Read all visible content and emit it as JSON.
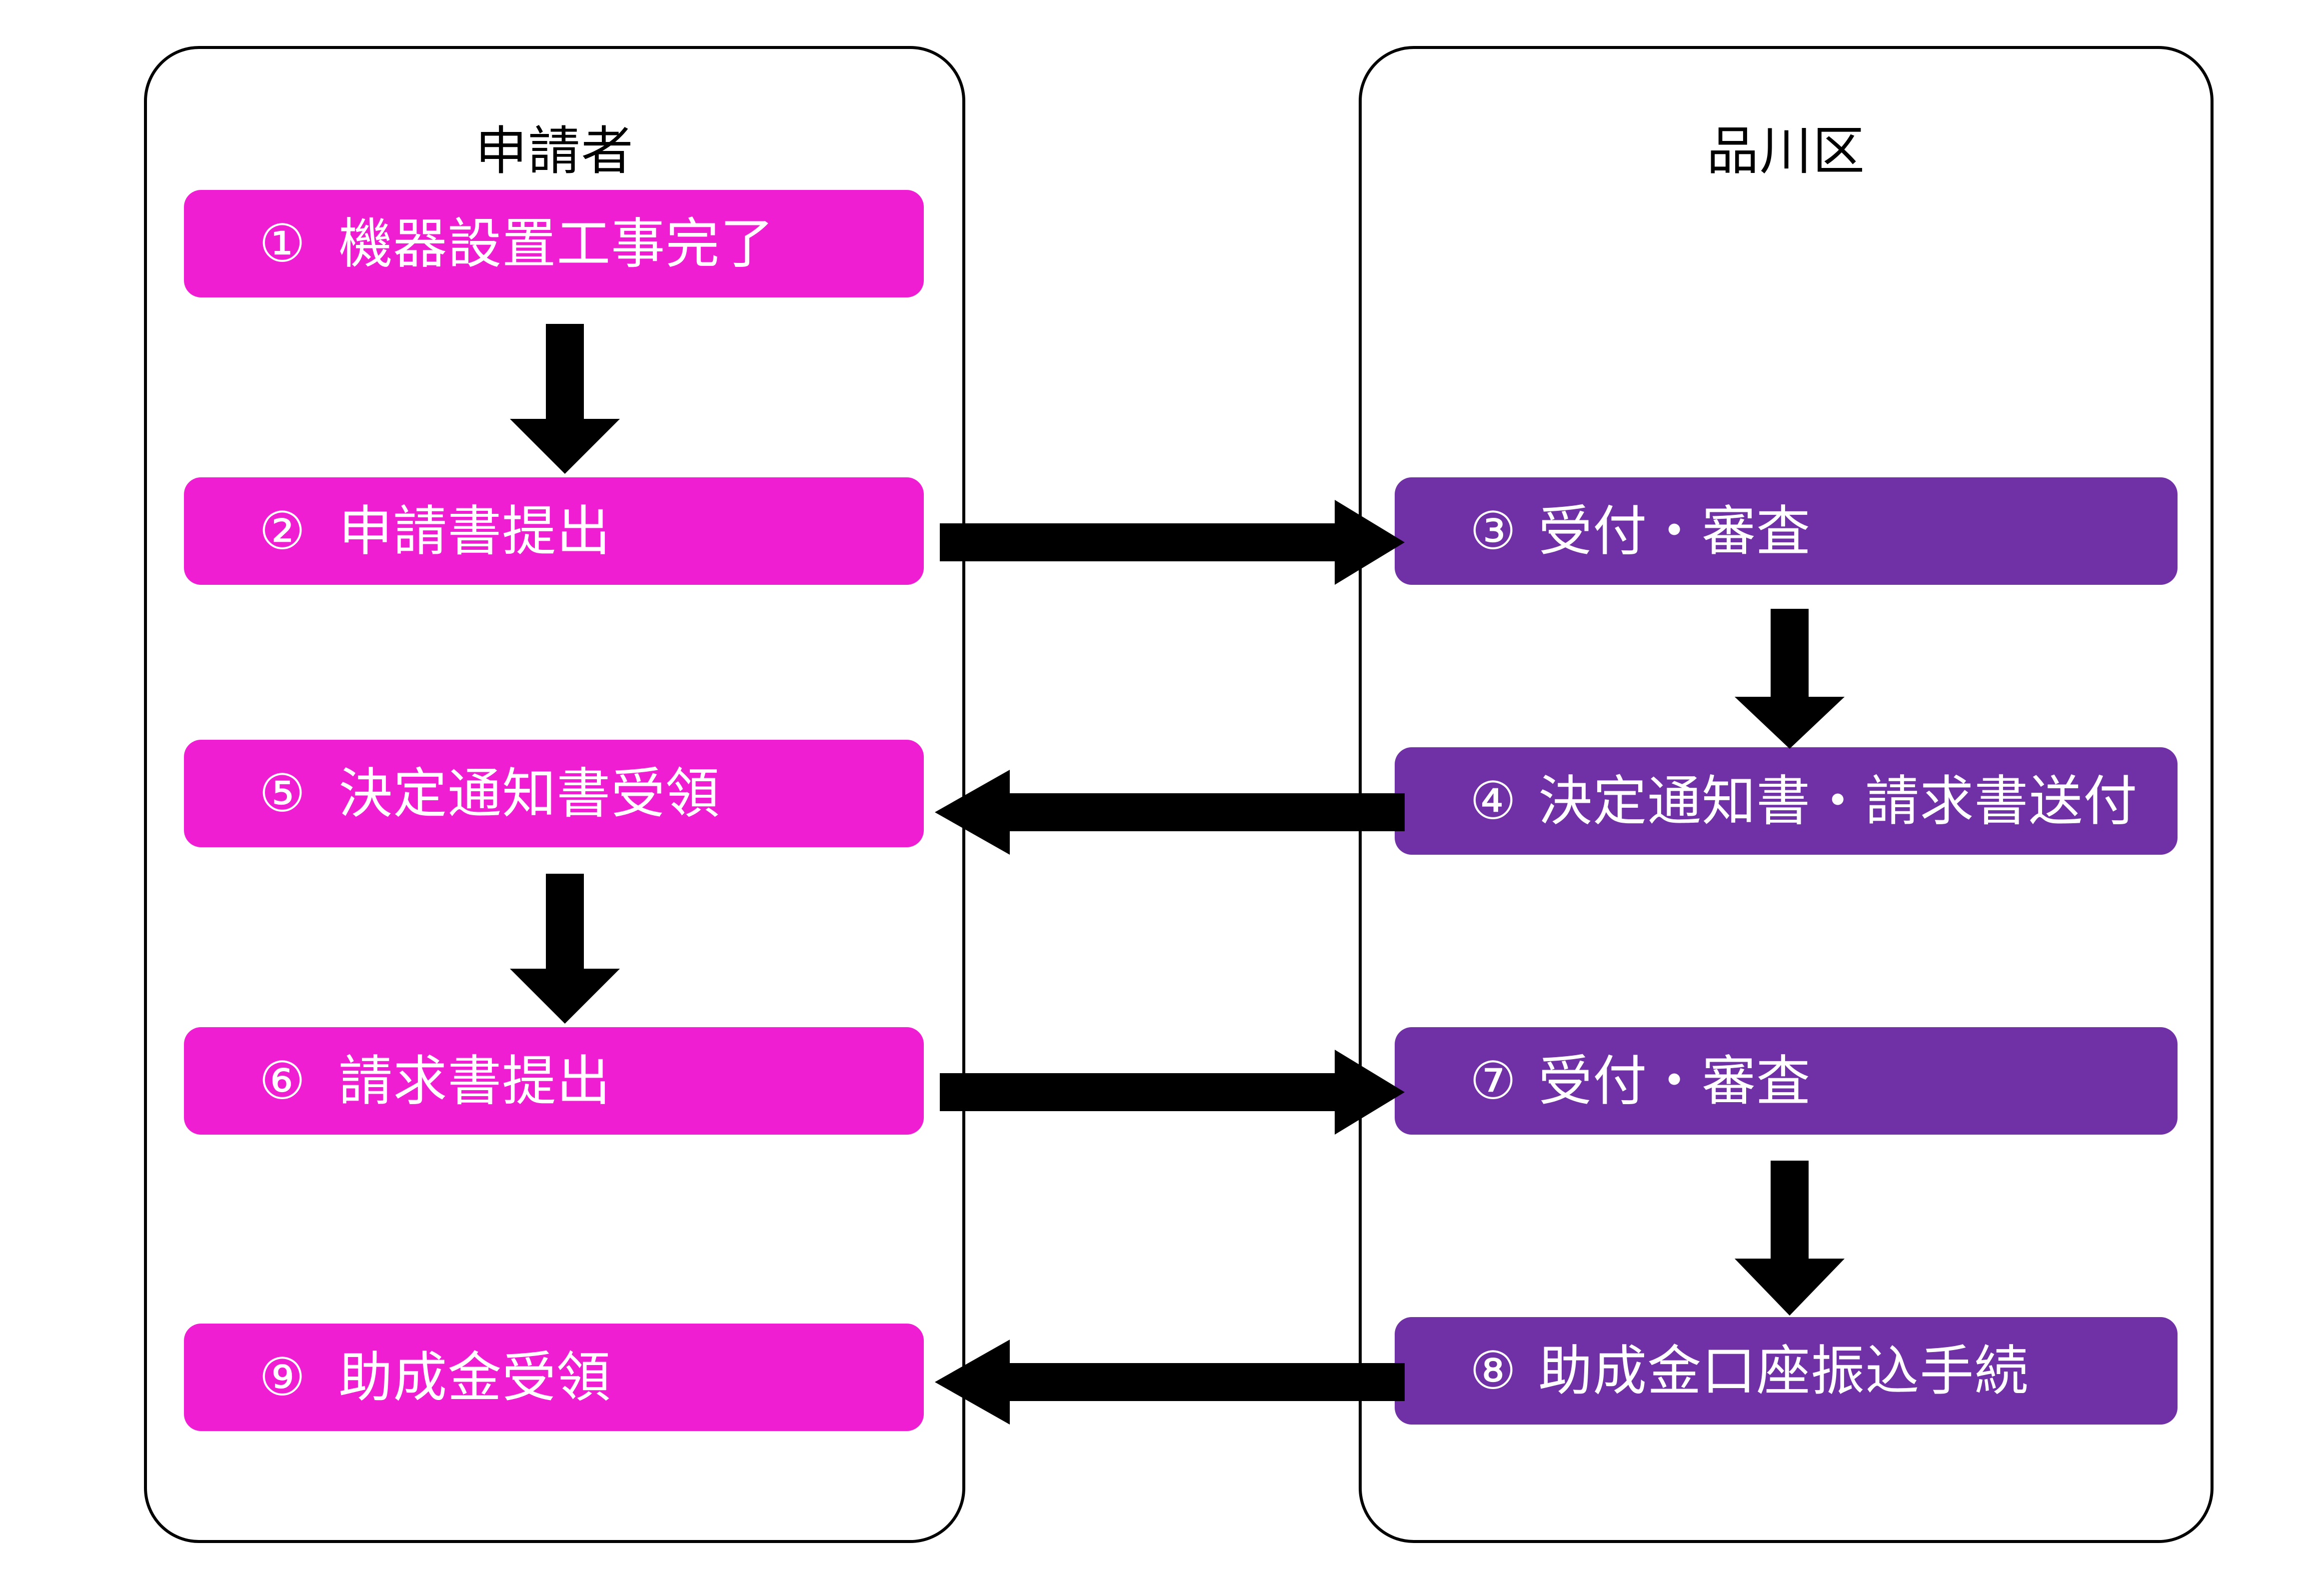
{
  "diagram": {
    "title_applicant": "申請者",
    "title_ward": "品川区",
    "colors": {
      "applicant_box": "#F01ED2",
      "ward_box": "#6F31A5",
      "lane_border": "#000000",
      "arrow": "#000000",
      "box_text": "#FFFFFF",
      "background": "#FFFFFF"
    }
  },
  "lanes": [
    {
      "id": "applicant",
      "title": "申請者",
      "steps": [
        {
          "num": "①",
          "caption": "機器設置工事完了"
        },
        {
          "num": "②",
          "caption": "申請書提出"
        },
        {
          "num": "⑤",
          "caption": "決定通知書受領"
        },
        {
          "num": "⑥",
          "caption": "請求書提出"
        },
        {
          "num": "⑨",
          "caption": "助成金受領"
        }
      ]
    },
    {
      "id": "ward",
      "title": "品川区",
      "steps": [
        {
          "num": "③",
          "caption": "受付・審査"
        },
        {
          "num": "④",
          "caption": "決定通知書・請求書送付"
        },
        {
          "num": "⑦",
          "caption": "受付・審査"
        },
        {
          "num": "⑧",
          "caption": "助成金口座振込手続"
        }
      ]
    }
  ],
  "connectors": [
    {
      "id": "arrow-1-2",
      "from": "①",
      "to": "②",
      "direction": "down"
    },
    {
      "id": "arrow-2-3",
      "from": "②",
      "to": "③",
      "direction": "right"
    },
    {
      "id": "arrow-3-4",
      "from": "③",
      "to": "④",
      "direction": "down"
    },
    {
      "id": "arrow-4-5",
      "from": "④",
      "to": "⑤",
      "direction": "left"
    },
    {
      "id": "arrow-5-6",
      "from": "⑤",
      "to": "⑥",
      "direction": "down"
    },
    {
      "id": "arrow-6-7",
      "from": "⑥",
      "to": "⑦",
      "direction": "right"
    },
    {
      "id": "arrow-7-8",
      "from": "⑦",
      "to": "⑧",
      "direction": "down"
    },
    {
      "id": "arrow-8-9",
      "from": "⑧",
      "to": "⑨",
      "direction": "left"
    }
  ]
}
